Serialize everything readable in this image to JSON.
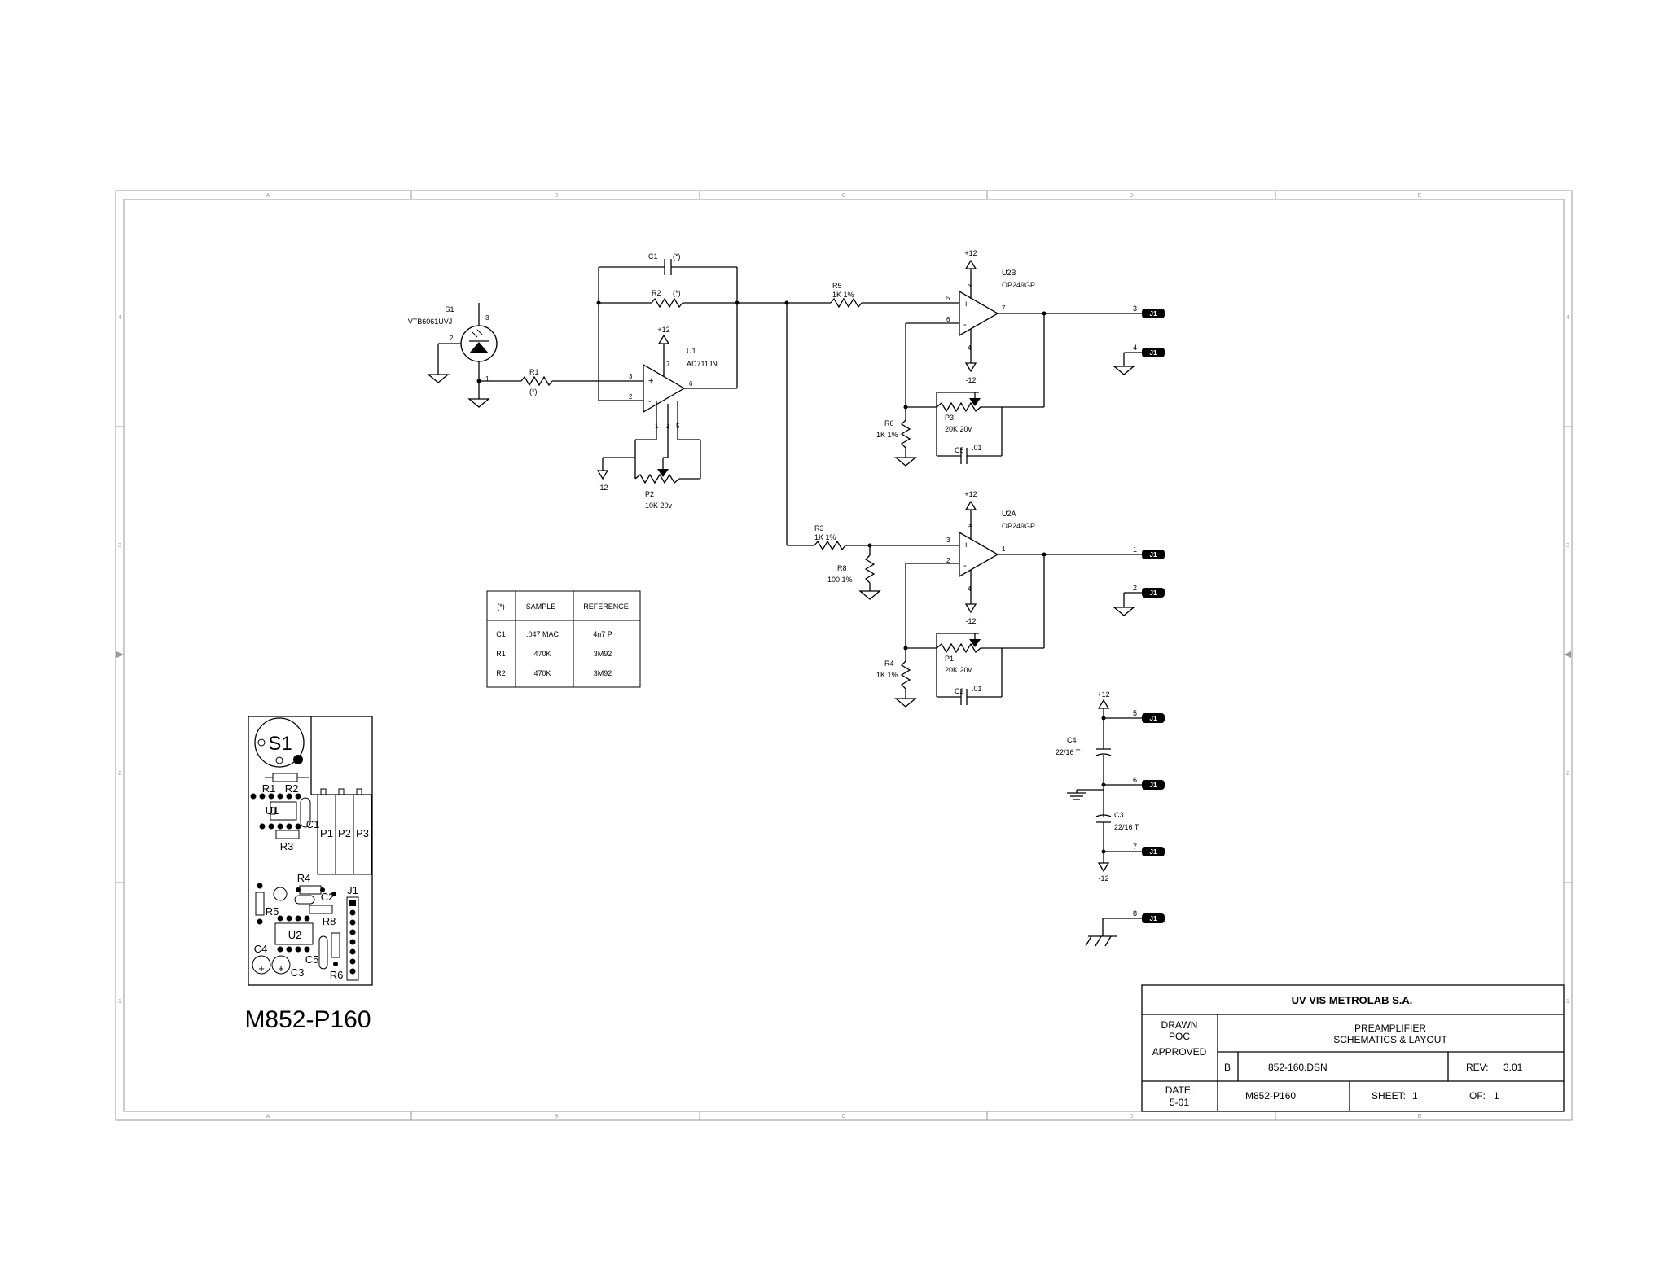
{
  "frame": {
    "columns": [
      "A",
      "B",
      "C",
      "D",
      "E"
    ],
    "rows": [
      "4",
      "3",
      "2",
      "1"
    ]
  },
  "components": {
    "S1": {
      "ref": "S1",
      "value": "VTB6061UVJ",
      "pins": [
        "3",
        "2",
        "1"
      ]
    },
    "C1": {
      "ref": "C1",
      "value": "(*)"
    },
    "R2": {
      "ref": "R2",
      "value": "(*)"
    },
    "R1": {
      "ref": "R1",
      "value": "(*)"
    },
    "U1": {
      "ref": "U1",
      "value": "AD711JN",
      "pins": [
        "3",
        "2",
        "6",
        "7",
        "4",
        "1",
        "5"
      ],
      "plus": "+",
      "minus": "-"
    },
    "P2": {
      "ref": "P2",
      "value": "10K 20v"
    },
    "R5": {
      "ref": "R5",
      "value": "1K 1%"
    },
    "U2B": {
      "ref": "U2B",
      "value": "OP249GP",
      "pins": [
        "5",
        "6",
        "7",
        "8",
        "4"
      ],
      "plus": "+",
      "minus": "-"
    },
    "R6": {
      "ref": "R6",
      "value": "1K 1%"
    },
    "P3": {
      "ref": "P3",
      "value": "20K 20v"
    },
    "C5": {
      "ref": "C5",
      "value": ".01"
    },
    "R3": {
      "ref": "R3",
      "value": "1K 1%"
    },
    "R8": {
      "ref": "R8",
      "value": "100 1%"
    },
    "U2A": {
      "ref": "U2A",
      "value": "OP249GP",
      "pins": [
        "3",
        "2",
        "1",
        "8",
        "4"
      ],
      "plus": "+",
      "minus": "-"
    },
    "R4": {
      "ref": "R4",
      "value": "1K 1%"
    },
    "P1": {
      "ref": "P1",
      "value": "20K 20v"
    },
    "C2": {
      "ref": "C2",
      "value": ".01"
    },
    "C4": {
      "ref": "C4",
      "value": "22/16 T"
    },
    "C3": {
      "ref": "C3",
      "value": "22/16 T"
    }
  },
  "power": {
    "pos": "+12",
    "neg": "-12"
  },
  "connectors": {
    "label": "J1",
    "pins": [
      "3",
      "4",
      "1",
      "2",
      "5",
      "6",
      "7",
      "8"
    ]
  },
  "bom_table": {
    "headers": [
      "(*)",
      "SAMPLE",
      "REFERENCE"
    ],
    "rows": [
      [
        "C1",
        ".047 MAC",
        "4n7 P"
      ],
      [
        "R1",
        "470K",
        "3M92"
      ],
      [
        "R2",
        "470K",
        "3M92"
      ]
    ]
  },
  "layout": {
    "title": "M852-P160",
    "labels": {
      "S1": "S1",
      "R1": "R1",
      "R2": "R2",
      "U1": "U1",
      "C1": "C1",
      "R3": "R3",
      "P1": "P1",
      "P2": "P2",
      "P3": "P3",
      "R4": "R4",
      "C2": "C2",
      "J1": "J1",
      "R5": "R5",
      "R8": "R8",
      "U2": "U2",
      "C4": "C4",
      "C5": "C5",
      "C3": "C3",
      "R6": "R6"
    },
    "plus": "+"
  },
  "title_block": {
    "company": "UV VIS METROLAB S.A.",
    "drawn_label": "DRAWN",
    "drawn_by": "POC",
    "approved_label": "APPROVED",
    "title_line1": "PREAMPLIFIER",
    "title_line2": "SCHEMATICS & LAYOUT",
    "size": "B",
    "file": "852-160.DSN",
    "rev_label": "REV:",
    "rev": "3.01",
    "date_label": "DATE:",
    "date": "5-01",
    "doc": "M852-P160",
    "sheet_label": "SHEET:",
    "sheet": "1",
    "of_label": "OF:",
    "of": "1"
  }
}
